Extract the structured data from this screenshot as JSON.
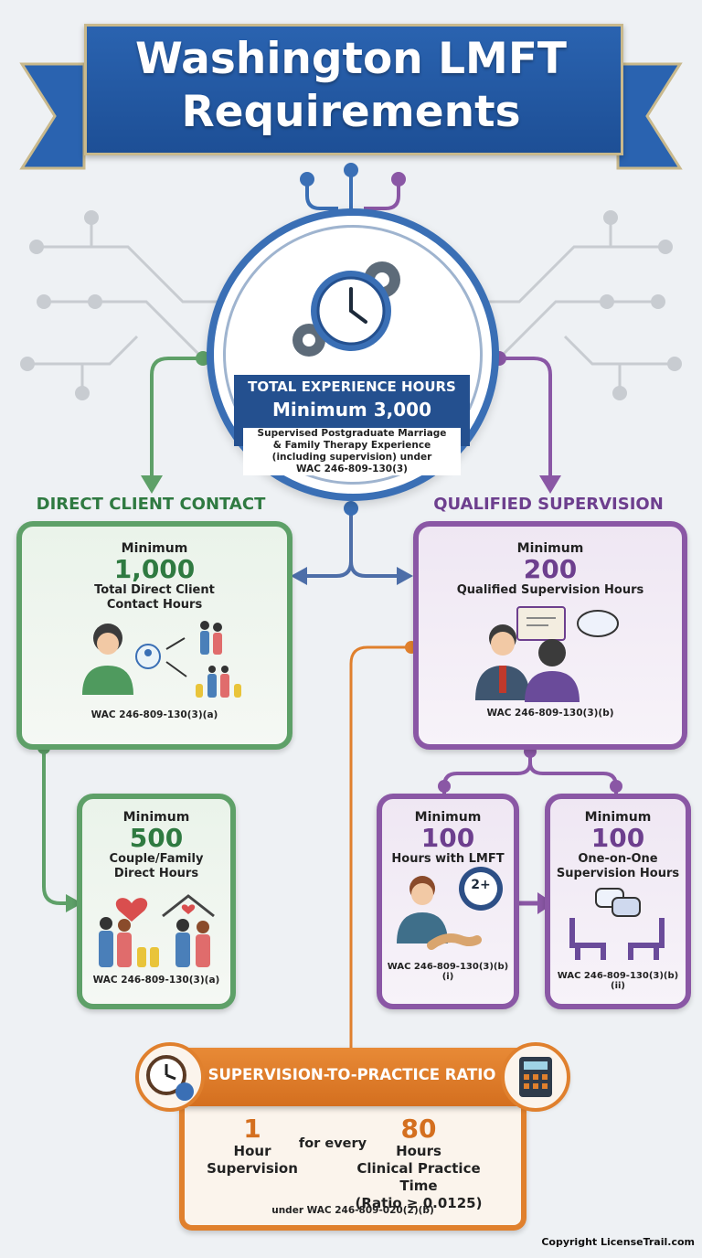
{
  "title": {
    "line1": "Washington LMFT",
    "line2": "Requirements"
  },
  "total": {
    "title": "TOTAL EXPERIENCE HOURS",
    "minimum": "Minimum 3,000",
    "desc_line1": "Supervised Postgraduate Marriage",
    "desc_line2": "& Family Therapy Experience",
    "desc_line3": "(including supervision) under",
    "desc_line4": "WAC 246-809-130(3)"
  },
  "direct": {
    "header": "DIRECT CLIENT CONTACT",
    "min_label": "Minimum",
    "value": "1,000",
    "desc_line1": "Total Direct Client",
    "desc_line2": "Contact Hours",
    "wac": "WAC 246-809-130(3)(a)"
  },
  "supervision": {
    "header": "QUALIFIED SUPERVISION",
    "min_label": "Minimum",
    "value": "200",
    "desc": "Qualified Supervision Hours",
    "wac": "WAC 246-809-130(3)(b)"
  },
  "couple": {
    "min_label": "Minimum",
    "value": "500",
    "desc_line1": "Couple/Family",
    "desc_line2": "Direct Hours",
    "wac": "WAC 246-809-130(3)(a)"
  },
  "lmft": {
    "min_label": "Minimum",
    "value": "100",
    "desc": "Hours with LMFT",
    "badge": "2+",
    "wac": "WAC 246-809-130(3)(b)(i)"
  },
  "one_on_one": {
    "min_label": "Minimum",
    "value": "100",
    "desc_line1": "One-on-One",
    "desc_line2": "Supervision Hours",
    "wac": "WAC 246-809-130(3)(b)(ii)"
  },
  "ratio": {
    "title": "SUPERVISION-TO-PRACTICE RATIO",
    "left_num": "1",
    "left_line1": "Hour",
    "left_line2": "Supervision",
    "middle": "for every",
    "right_num": "80",
    "right_line1": "Hours",
    "right_line2": "Clinical Practice Time",
    "right_line3": "(Ratio ≥ 0.0125)",
    "wac": "under WAC 246-809-020(2)(b)"
  },
  "copyright": "Copyright LicenseTrail.com",
  "colors": {
    "blue": "#2a63b0",
    "green": "#5ea068",
    "purple": "#8a57a5",
    "orange": "#e0802d"
  }
}
